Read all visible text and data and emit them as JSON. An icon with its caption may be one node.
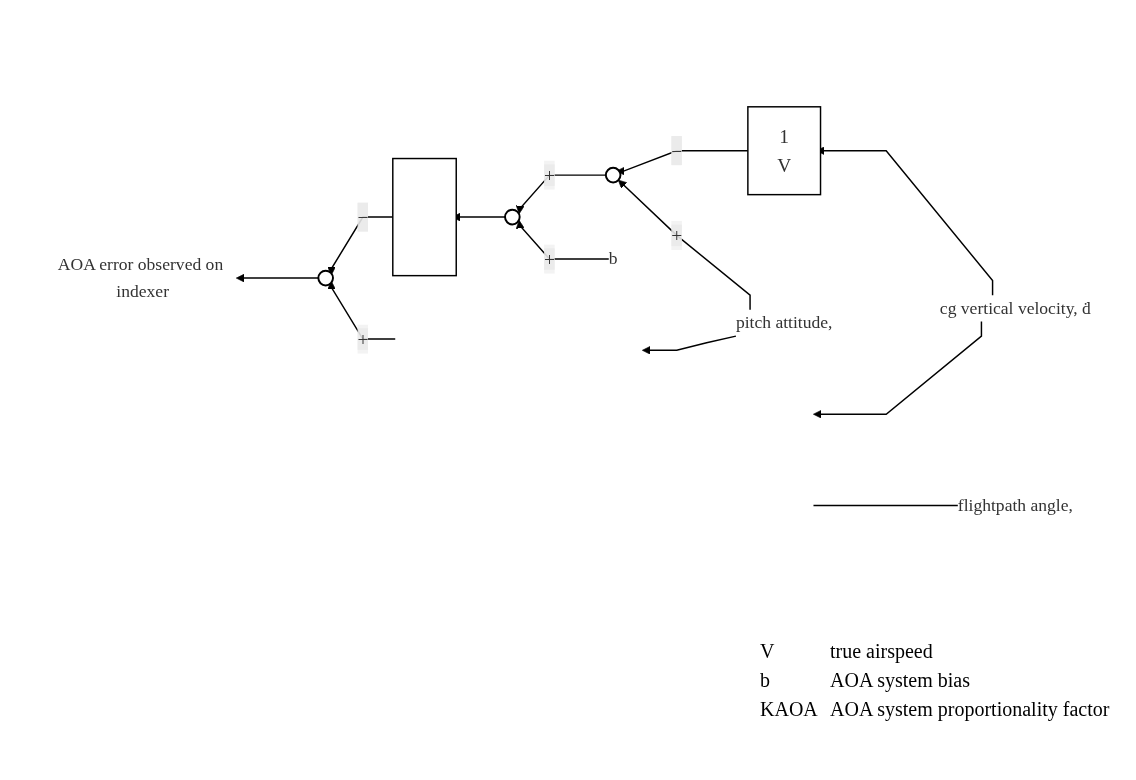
{
  "diagram": {
    "nodes": [
      {
        "text": [],
        "shape": "circle"
      },
      {
        "text": [
          "AOA error observed on indexer"
        ]
      },
      {
        "text": [
          "cg vertical velocity, ḋ"
        ]
      },
      {
        "text": [
          "pitch attitude,"
        ]
      },
      {
        "text": [
          "b"
        ]
      },
      {
        "text": [],
        "shape": "box"
      },
      {
        "text": [],
        "shape": "circle"
      },
      {
        "text": [],
        "shape": "circle"
      },
      {
        "text": [
          "1",
          "V"
        ]
      },
      {
        "text": [
          "flightpath angle,"
        ]
      }
    ],
    "edges": [
      {
        "from": null,
        "to": 0,
        "arrow": "to",
        "label": "+"
      },
      {
        "from": 0,
        "to": 1,
        "arrow": "to"
      },
      {
        "from": 5,
        "to": 0,
        "arrow": "to",
        "label": "−"
      },
      {
        "from": 6,
        "to": 5,
        "arrow": "to"
      },
      {
        "from": 4,
        "to": 6,
        "arrow": "to",
        "label": "+"
      },
      {
        "from": 7,
        "to": 6,
        "arrow": "to",
        "label": "+"
      },
      {
        "from": 3,
        "to": 7,
        "arrow": "to",
        "label": "+"
      },
      {
        "from": 3,
        "to": null,
        "arrow": "to"
      },
      {
        "from": 8,
        "to": 7,
        "arrow": "to",
        "label": "−"
      },
      {
        "from": 2,
        "to": 8,
        "arrow": "to"
      },
      {
        "from": 2,
        "to": null,
        "arrow": "to"
      },
      {
        "from": 9,
        "to": null,
        "arrow": "none"
      }
    ],
    "labels": [
      "V",
      "true airspeed",
      "b",
      "AOA system bias",
      "KAOA",
      "AOA system proportionality factor"
    ]
  }
}
